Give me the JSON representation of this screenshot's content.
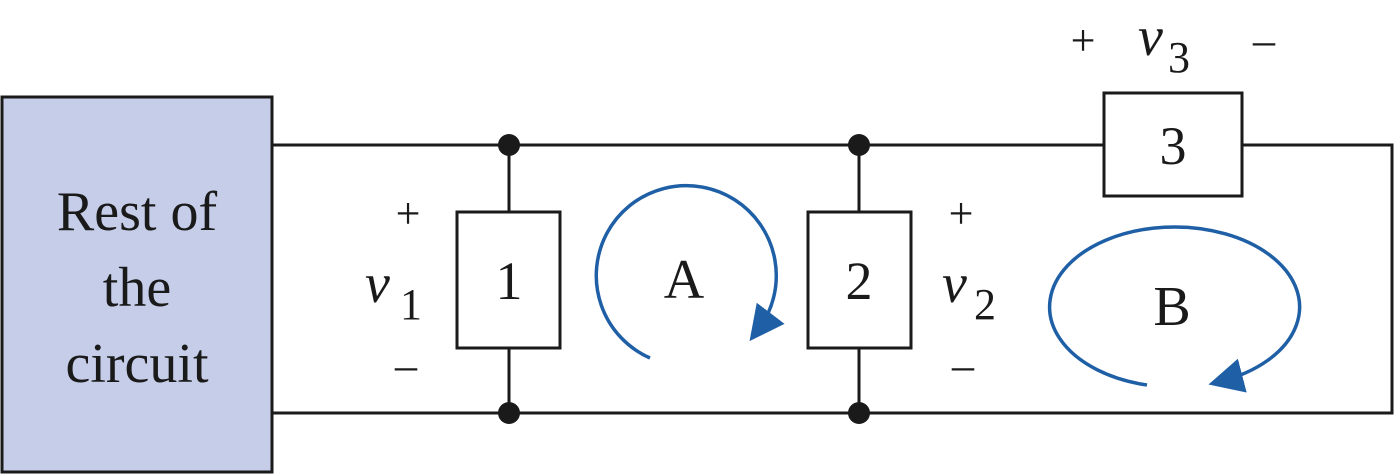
{
  "block": {
    "line1": "Rest of",
    "line2": "the",
    "line3": "circuit",
    "fill": "#c5cde8"
  },
  "elements": {
    "e1": {
      "label": "1",
      "voltage": "v",
      "sub": "1",
      "plus": "+",
      "minus": "–"
    },
    "e2": {
      "label": "2",
      "voltage": "v",
      "sub": "2",
      "plus": "+",
      "minus": "–"
    },
    "e3": {
      "label": "3",
      "voltage": "v",
      "sub": "3",
      "plus": "+",
      "minus": "–"
    }
  },
  "loops": {
    "a": {
      "label": "A"
    },
    "b": {
      "label": "B"
    },
    "color": "#1f5fa6"
  }
}
